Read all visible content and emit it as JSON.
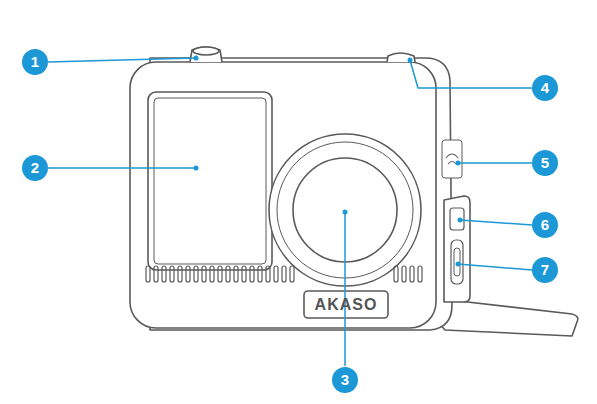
{
  "diagram": {
    "labels": [
      "1",
      "2",
      "3",
      "4",
      "5",
      "6",
      "7",
      "AKASO"
    ]
  }
}
